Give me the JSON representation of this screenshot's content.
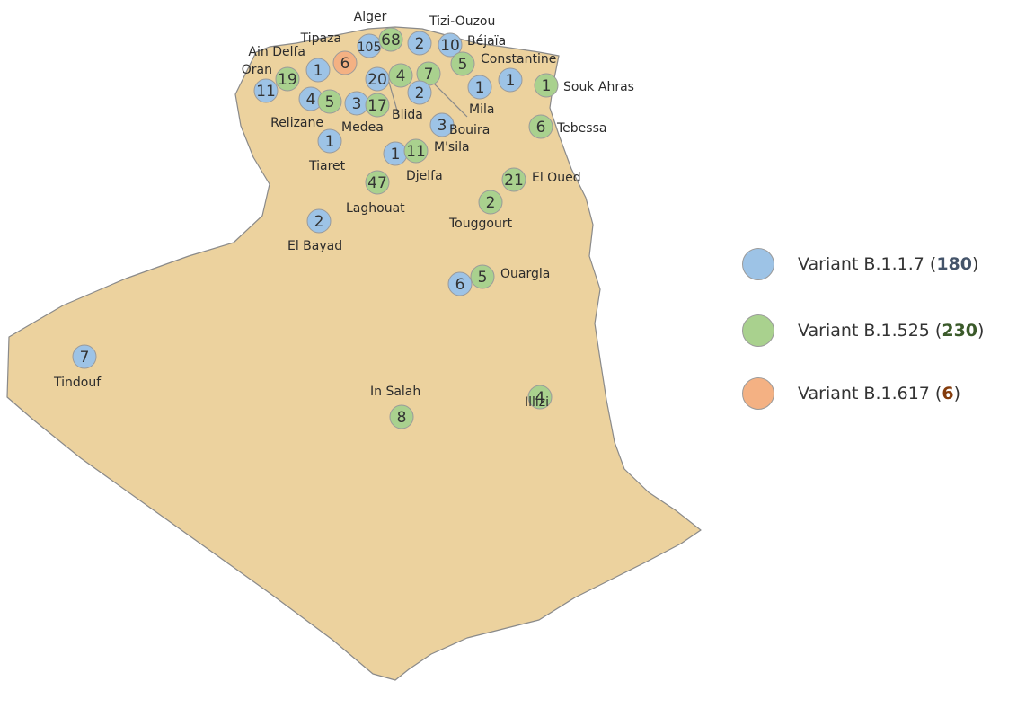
{
  "map_data": {
    "colors": {
      "land": "#ecd29e",
      "border": "#8a8a8a",
      "B.1.1.7": "#9dc3e6",
      "B.1.525": "#a9d18e",
      "B.1.617": "#f4b183"
    },
    "markers": [
      {
        "value": "105",
        "variant": "B.1.1.7"
      },
      {
        "value": "68",
        "variant": "B.1.525"
      },
      {
        "value": "2",
        "variant": "B.1.1.7"
      },
      {
        "value": "10",
        "variant": "B.1.1.7"
      },
      {
        "value": "6",
        "variant": "B.1.617"
      },
      {
        "value": "1",
        "variant": "B.1.1.7"
      },
      {
        "value": "19",
        "variant": "B.1.525"
      },
      {
        "value": "11",
        "variant": "B.1.1.7"
      },
      {
        "value": "4",
        "variant": "B.1.1.7"
      },
      {
        "value": "5",
        "variant": "B.1.525"
      },
      {
        "value": "3",
        "variant": "B.1.1.7"
      },
      {
        "value": "17",
        "variant": "B.1.525"
      },
      {
        "value": "20",
        "variant": "B.1.1.7"
      },
      {
        "value": "4",
        "variant": "B.1.525"
      },
      {
        "value": "7",
        "variant": "B.1.525"
      },
      {
        "value": "2",
        "variant": "B.1.1.7"
      },
      {
        "value": "5",
        "variant": "B.1.525"
      },
      {
        "value": "1",
        "variant": "B.1.1.7"
      },
      {
        "value": "1",
        "variant": "B.1.1.7"
      },
      {
        "value": "1",
        "variant": "B.1.525"
      },
      {
        "value": "3",
        "variant": "B.1.1.7"
      },
      {
        "value": "6",
        "variant": "B.1.525"
      },
      {
        "value": "1",
        "variant": "B.1.1.7"
      },
      {
        "value": "1",
        "variant": "B.1.1.7"
      },
      {
        "value": "11",
        "variant": "B.1.525"
      },
      {
        "value": "21",
        "variant": "B.1.525"
      },
      {
        "value": "47",
        "variant": "B.1.525"
      },
      {
        "value": "2",
        "variant": "B.1.525"
      },
      {
        "value": "2",
        "variant": "B.1.1.7"
      },
      {
        "value": "6",
        "variant": "B.1.1.7"
      },
      {
        "value": "5",
        "variant": "B.1.525"
      },
      {
        "value": "7",
        "variant": "B.1.1.7"
      },
      {
        "value": "4",
        "variant": "B.1.525"
      },
      {
        "value": "8",
        "variant": "B.1.525"
      }
    ],
    "labels": [
      "Alger",
      "Tizi-Ouzou",
      "Tipaza",
      "Béjaïa",
      "Ain Delfa",
      "Oran",
      "Constantine",
      "Souk Ahras",
      "Relizane",
      "Medea",
      "Blida",
      "Mila",
      "Bouira",
      "Tebessa",
      "M'sila",
      "Tiaret",
      "Djelfa",
      "El Oued",
      "Laghouat",
      "Touggourt",
      "El Bayad",
      "Ouargla",
      "Tindouf",
      "In Salah",
      "Illizi"
    ]
  },
  "legend": [
    {
      "prefix": "Variant B.1.1.7 (",
      "count": "180",
      "suffix": ")",
      "color": "#9dc3e6",
      "count_color": "#44546a"
    },
    {
      "prefix": "Variant B.1.525 (",
      "count": "230",
      "suffix": ")",
      "color": "#a9d18e",
      "count_color": "#3b5a2a"
    },
    {
      "prefix": "Variant B.1.617 (",
      "count": "6",
      "suffix": ")",
      "color": "#f4b183",
      "count_color": "#843c0c"
    }
  ]
}
